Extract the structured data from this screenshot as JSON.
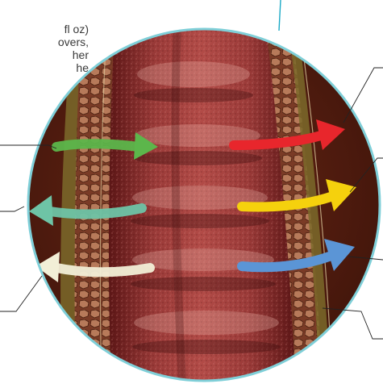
{
  "caption": {
    "lines": [
      "fl oz)",
      "overs,",
      "her",
      "he"
    ]
  },
  "arrows": {
    "left_side": [
      {
        "direction": "inward",
        "color": "#5cb64b"
      },
      {
        "direction": "outward",
        "color": "#6ec4a6"
      },
      {
        "direction": "outward",
        "color": "#f2efd7"
      }
    ],
    "right_side": [
      {
        "direction": "outward",
        "color": "#e8262c"
      },
      {
        "direction": "outward",
        "color": "#f5d10d"
      },
      {
        "direction": "outward",
        "color": "#5b95d6"
      }
    ]
  },
  "colors": {
    "tube": "#8a2a2a",
    "tube_dark": "#4a1212",
    "background": "#5a1f12",
    "ring": "#7fcfd8",
    "leader": "#222222",
    "pointer": "#1aa9c6"
  }
}
